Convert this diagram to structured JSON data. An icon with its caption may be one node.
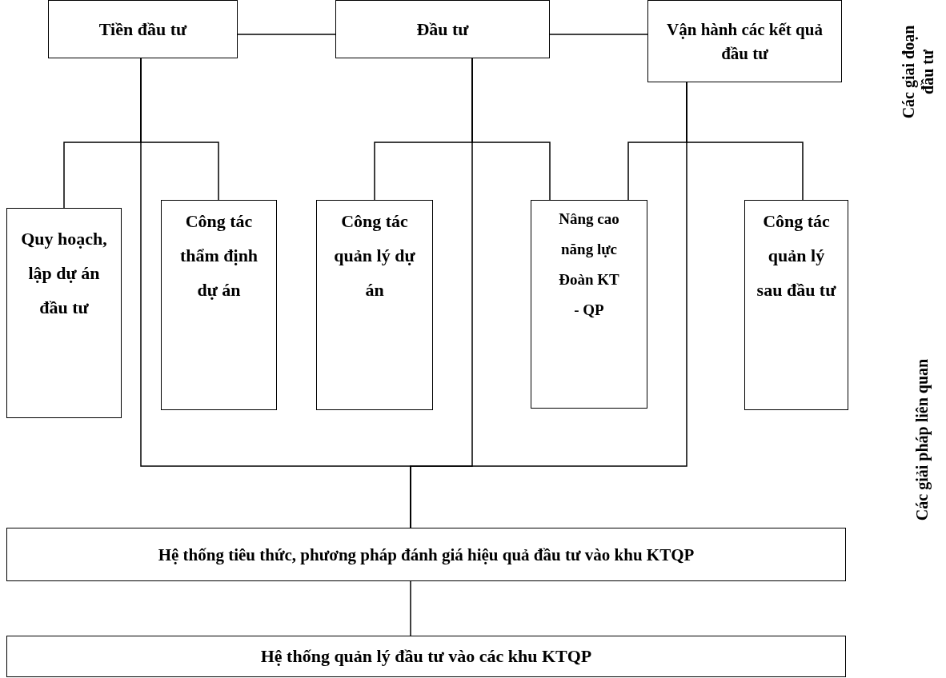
{
  "diagram": {
    "nodes": [
      {
        "text": [
          "Tiền đầu tư"
        ]
      },
      {
        "text": [
          "Đầu tư"
        ]
      },
      {
        "text": [
          "Vận hành các kết quả đầu tư"
        ]
      },
      {
        "text": [
          "Quy hoạch, lập dự án đầu tư"
        ]
      },
      {
        "text": [
          "Công tác thẩm định dự án"
        ]
      },
      {
        "text": [
          "Công tác quản lý dự án"
        ]
      },
      {
        "text": [
          "Nâng cao năng lực Đoàn KT - QP"
        ]
      },
      {
        "text": [
          "Công tác quản lý sau đầu tư"
        ]
      },
      {
        "text": [
          "Hệ thống tiêu thức, phương pháp đánh giá hiệu quả đầu tư vào khu KTQP"
        ]
      },
      {
        "text": [
          "Hệ thống quản lý đầu tư vào các khu KTQP"
        ]
      }
    ],
    "edges": [
      {
        "from": 0,
        "to": 1,
        "arrow": "none"
      },
      {
        "from": 1,
        "to": 2,
        "arrow": "none"
      },
      {
        "from": 0,
        "to": 3,
        "arrow": "none"
      },
      {
        "from": 0,
        "to": 4,
        "arrow": "none"
      },
      {
        "from": 1,
        "to": 5,
        "arrow": "none"
      },
      {
        "from": 1,
        "to": 6,
        "arrow": "none"
      },
      {
        "from": 2,
        "to": 6,
        "arrow": "none"
      },
      {
        "from": 2,
        "to": 7,
        "arrow": "none"
      },
      {
        "from": 0,
        "to": 8,
        "arrow": "none"
      },
      {
        "from": 1,
        "to": 8,
        "arrow": "none"
      },
      {
        "from": 2,
        "to": 8,
        "arrow": "none"
      },
      {
        "from": 8,
        "to": 9,
        "arrow": "none"
      }
    ],
    "labels": [
      "Các giai đoạn đầu tư",
      "Các giải pháp liên quan"
    ]
  }
}
